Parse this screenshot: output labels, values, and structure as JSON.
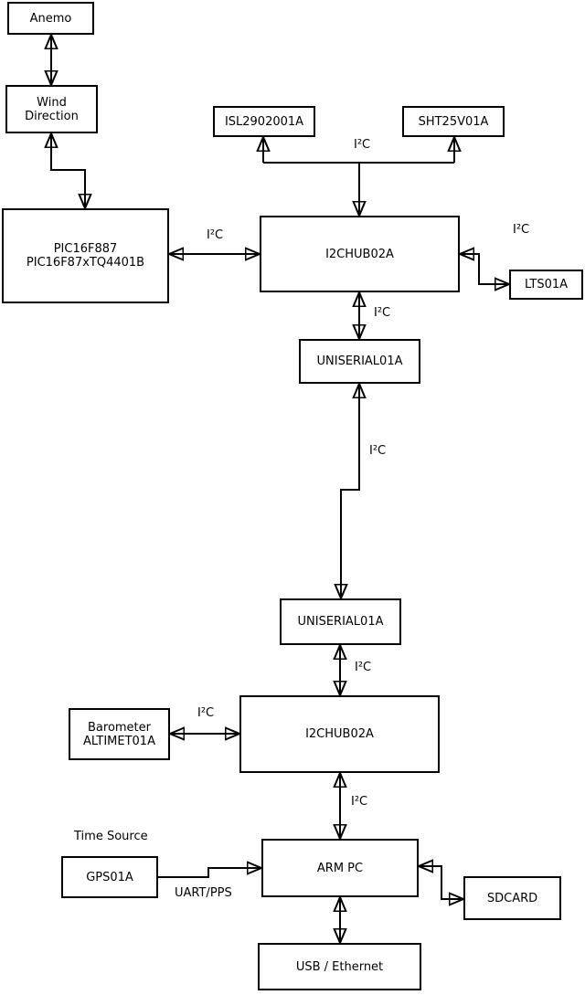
{
  "nodes": {
    "anemo": {
      "label": "Anemo"
    },
    "wind_direction": {
      "label": "Wind\nDirection"
    },
    "pic": {
      "label": "PIC16F887\nPIC16F87xTQ4401B"
    },
    "isl": {
      "label": "ISL2902001A"
    },
    "sht": {
      "label": "SHT25V01A"
    },
    "i2chub_top": {
      "label": "I2CHUB02A"
    },
    "lts": {
      "label": "LTS01A"
    },
    "uniserial_upper": {
      "label": "UNISERIAL01A"
    },
    "uniserial_lower": {
      "label": "UNISERIAL01A"
    },
    "i2chub_bottom": {
      "label": "I2CHUB02A"
    },
    "barometer": {
      "label": "Barometer\nALTIMET01A"
    },
    "gps": {
      "label": "GPS01A"
    },
    "arm_pc": {
      "label": "ARM PC"
    },
    "sdcard": {
      "label": "SDCARD"
    },
    "usb_ethernet": {
      "label": "USB / Ethernet"
    }
  },
  "labels": {
    "i2c_sensor_bus": "I²C",
    "i2c_lts": "I²C",
    "i2c_pic": "I²C",
    "i2c_hub1_uniserial": "I²C",
    "i2c_uniserial_link": "I²C",
    "i2c_uniserial_hub2": "I²C",
    "i2c_barometer": "I²C",
    "i2c_hub2_armpc": "I²C",
    "time_source": "Time Source",
    "uart_pps": "UART/PPS"
  },
  "edges": [
    {
      "from": "Anemo",
      "to": "Wind Direction",
      "bidirectional": true
    },
    {
      "from": "Wind Direction",
      "to": "PIC16F887 PIC16F87xTQ4401B",
      "bidirectional": true
    },
    {
      "from": "PIC16F887 PIC16F87xTQ4401B",
      "to": "I2CHUB02A (top)",
      "label": "I²C",
      "bidirectional": true
    },
    {
      "from": "I2CHUB02A (top)",
      "to": "ISL2902001A",
      "label": "I²C",
      "bidirectional": false
    },
    {
      "from": "I2CHUB02A (top)",
      "to": "SHT25V01A",
      "label": "I²C",
      "bidirectional": false
    },
    {
      "from": "I2CHUB02A (top)",
      "to": "LTS01A",
      "label": "I²C",
      "bidirectional": true
    },
    {
      "from": "I2CHUB02A (top)",
      "to": "UNISERIAL01A (upper)",
      "label": "I²C",
      "bidirectional": true
    },
    {
      "from": "UNISERIAL01A (upper)",
      "to": "UNISERIAL01A (lower)",
      "label": "I²C",
      "bidirectional": true
    },
    {
      "from": "UNISERIAL01A (lower)",
      "to": "I2CHUB02A (bottom)",
      "label": "I²C",
      "bidirectional": true
    },
    {
      "from": "Barometer ALTIMET01A",
      "to": "I2CHUB02A (bottom)",
      "label": "I²C",
      "bidirectional": true
    },
    {
      "from": "I2CHUB02A (bottom)",
      "to": "ARM PC",
      "label": "I²C",
      "bidirectional": true
    },
    {
      "from": "GPS01A",
      "to": "ARM PC",
      "label": "UART/PPS",
      "bidirectional": false
    },
    {
      "from": "ARM PC",
      "to": "SDCARD",
      "bidirectional": true
    },
    {
      "from": "ARM PC",
      "to": "USB / Ethernet",
      "bidirectional": true
    }
  ],
  "colors": {
    "line": "#000000",
    "text": "#000000",
    "box_fill": "#ffffff",
    "background": "#ffffff"
  }
}
